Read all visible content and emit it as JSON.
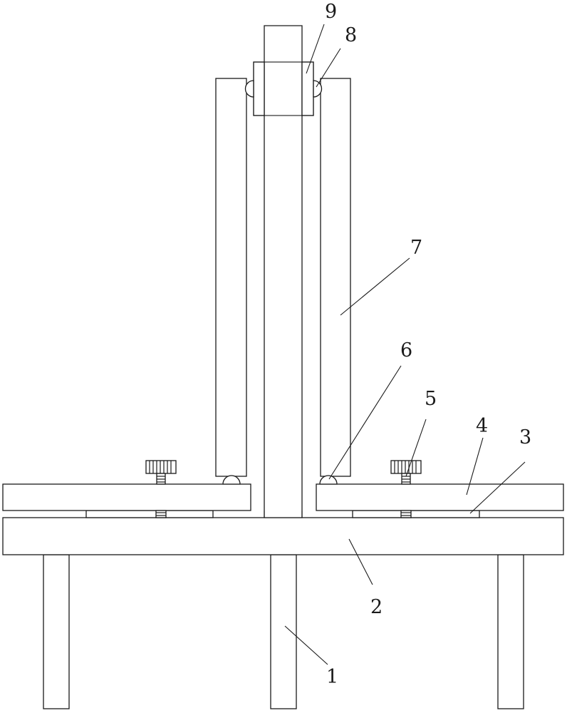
{
  "figure": {
    "colors": {
      "line": "#1a1a1a",
      "background": "#ffffff"
    },
    "callouts": [
      {
        "id": "leg",
        "label": "1"
      },
      {
        "id": "base-plate",
        "label": "2"
      },
      {
        "id": "slide-rail",
        "label": "3"
      },
      {
        "id": "clamp-plate",
        "label": "4"
      },
      {
        "id": "adjusting-knob",
        "label": "5"
      },
      {
        "id": "bottom-roller",
        "label": "6"
      },
      {
        "id": "side-plate",
        "label": "7"
      },
      {
        "id": "top-roller",
        "label": "8"
      },
      {
        "id": "top-bracket",
        "label": "9"
      }
    ]
  }
}
